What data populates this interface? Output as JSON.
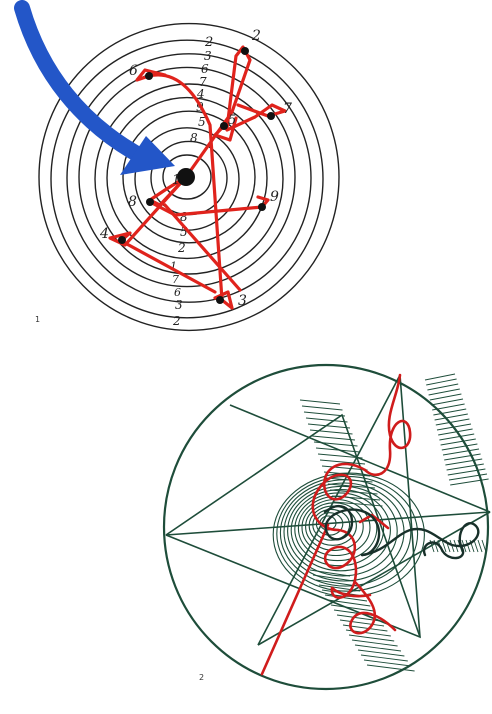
{
  "figure1": {
    "caption": "1",
    "ring_labels_top": [
      "2",
      "3",
      "6",
      "7",
      "4",
      "9",
      "5",
      "8"
    ],
    "ring_labels_bottom": [
      "8",
      "5",
      "2",
      "1",
      "7",
      "6",
      "3",
      "2"
    ],
    "points": [
      {
        "label": "1"
      },
      {
        "label": "2"
      },
      {
        "label": "3"
      },
      {
        "label": "4"
      },
      {
        "label": "5"
      },
      {
        "label": "6"
      },
      {
        "label": "7"
      },
      {
        "label": "8"
      },
      {
        "label": "9"
      }
    ],
    "colors": {
      "rings": "#222222",
      "path": "#e0231c",
      "arrow": "#2356c8"
    }
  },
  "figure2": {
    "caption": "2",
    "colors": {
      "circle": "#1e4d3a",
      "red": "#d01c1c",
      "dark": "#18302a"
    }
  }
}
